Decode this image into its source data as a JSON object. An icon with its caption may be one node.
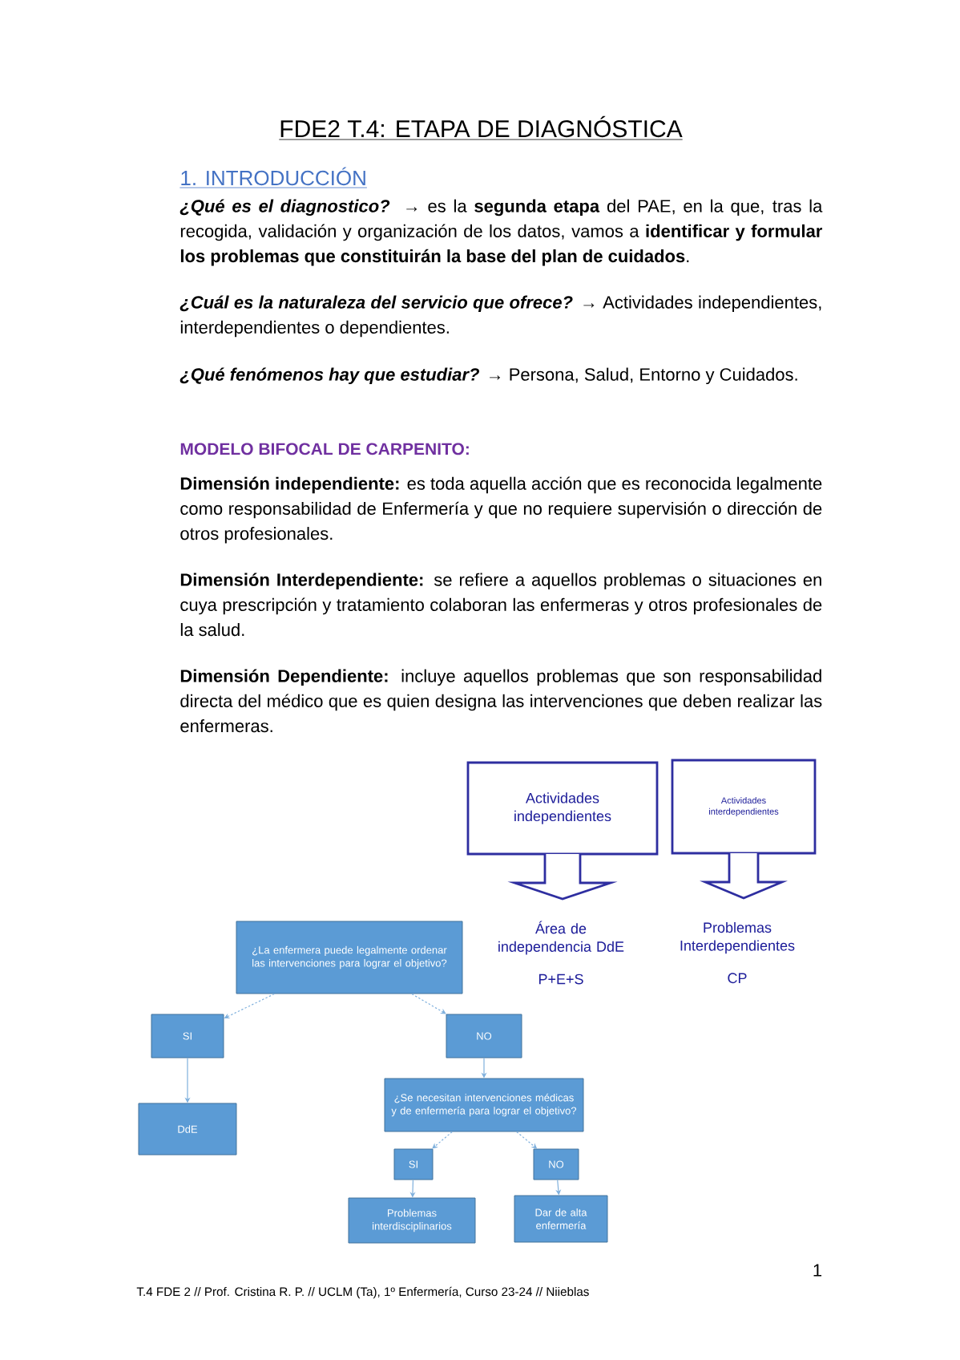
{
  "diagram": {
    "title": "FDE2 T.4: ETAPA DE DIAGNÓSTICA",
    "nodes": [
      {
        "text": [
          "Actividades independientes"
        ]
      },
      {
        "text": [
          "Área de independencia DdE",
          "P+E+S"
        ]
      },
      {
        "text": [
          "Actividades interdependientes"
        ]
      },
      {
        "text": [
          "Problemas Interdependientes",
          "CP"
        ]
      },
      {
        "text": [
          "¿La enfermera puede legalmente ordenar las intervenciones para lograr el objetivo?"
        ]
      },
      {
        "text": [
          "SI"
        ]
      },
      {
        "text": [
          "NO"
        ]
      },
      {
        "text": [
          "DdE"
        ]
      },
      {
        "text": [
          "¿Se necesitan intervenciones médicas y de enfermería para lograr el objetivo?"
        ]
      },
      {
        "text": [
          "SI"
        ]
      },
      {
        "text": [
          "NO"
        ]
      },
      {
        "text": [
          "Problemas interdisciplinarios"
        ]
      },
      {
        "text": [
          "Dar de alta enfermería"
        ]
      }
    ],
    "edges": [
      {
        "from": 4,
        "to": 5,
        "arrow": "to",
        "style": "dashed"
      },
      {
        "from": 4,
        "to": 6,
        "arrow": "to",
        "style": "dashed"
      },
      {
        "from": 5,
        "to": 7,
        "arrow": "to"
      },
      {
        "from": 6,
        "to": 8,
        "arrow": "to"
      },
      {
        "from": 8,
        "to": 9,
        "arrow": "to",
        "style": "dashed"
      },
      {
        "from": 8,
        "to": 10,
        "arrow": "to",
        "style": "dashed"
      },
      {
        "from": 9,
        "to": 11,
        "arrow": "to"
      },
      {
        "from": 10,
        "to": 12,
        "arrow": "to"
      }
    ],
    "labels": [
      "1. INTRODUCCIÓN",
      "¿Qué es el diagnostico?",
      "→ es la **segunda etapa** del PAE, en la que, tras la recogida, validación y organización de los datos, vamos a **identificar y formular los problemas que constituirán la base del plan de cuidados**.",
      "¿Cuál es la naturaleza del servicio que ofrece?",
      "→ Actividades independientes, interdependientes o dependientes.",
      "¿Qué fenómenos hay que estudiar?",
      "→ Persona, Salud, Entorno y Cuidados.",
      "MODELO BIFOCAL DE CARPENITO:",
      "Dimensión independiente:",
      "es toda aquella acción que es reconocida legalmente como responsabilidad de Enfermería y que no requiere supervisión o dirección de otros profesionales.",
      "Dimensión Interdependiente:",
      "se refiere a aquellos problemas o situaciones en cuya prescripción y tratamiento colaboran las enfermeras y otros profesionales de la salud.",
      "Dimensión Dependiente:",
      "incluye aquellos problemas que son responsabilidad directa del médico que es quien designa las intervenciones que deben realizar las enfermeras.",
      "1",
      "T.4 FDE 2 // Prof. Cristina R. P. // UCLM (Ta), 1º Enfermería, Curso 23-24 // Niieblas"
    ]
  }
}
